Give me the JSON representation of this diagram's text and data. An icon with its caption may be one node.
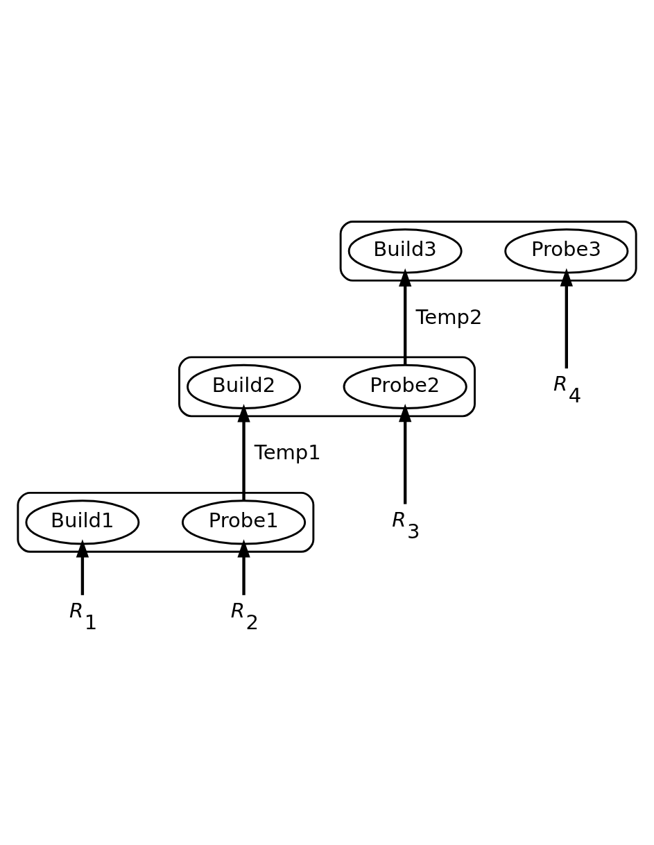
{
  "diagram": {
    "nodes": [
      {
        "text": [],
        "shape": "box"
      },
      {
        "text": [
          "Build3"
        ],
        "in": 0
      },
      {
        "text": [
          "Probe3"
        ],
        "in": 0
      },
      {
        "text": [],
        "shape": "box"
      },
      {
        "text": [
          "Build2"
        ],
        "in": 3
      },
      {
        "text": [
          "Probe2"
        ],
        "in": 3
      },
      {
        "text": [
          "*R*$_{4}$"
        ]
      },
      {
        "text": [],
        "shape": "box"
      },
      {
        "text": [
          "Build1"
        ],
        "in": 7
      },
      {
        "text": [
          "Probe1"
        ],
        "in": 7
      },
      {
        "text": [
          "*R*$_{3}$"
        ]
      },
      {
        "text": [
          "*R*$_{1}$"
        ]
      },
      {
        "text": [
          "*R*$_{2}$"
        ]
      }
    ],
    "edges": [
      {
        "from": 11,
        "to": 8,
        "arrow": "to"
      },
      {
        "from": 12,
        "to": 9,
        "arrow": "to"
      },
      {
        "from": 9,
        "to": 4,
        "arrow": "to",
        "label": "Temp1"
      },
      {
        "from": 10,
        "to": 5,
        "arrow": "to"
      },
      {
        "from": 5,
        "to": 1,
        "arrow": "to",
        "label": "Temp2"
      },
      {
        "from": 6,
        "to": 2,
        "arrow": "to"
      }
    ]
  }
}
